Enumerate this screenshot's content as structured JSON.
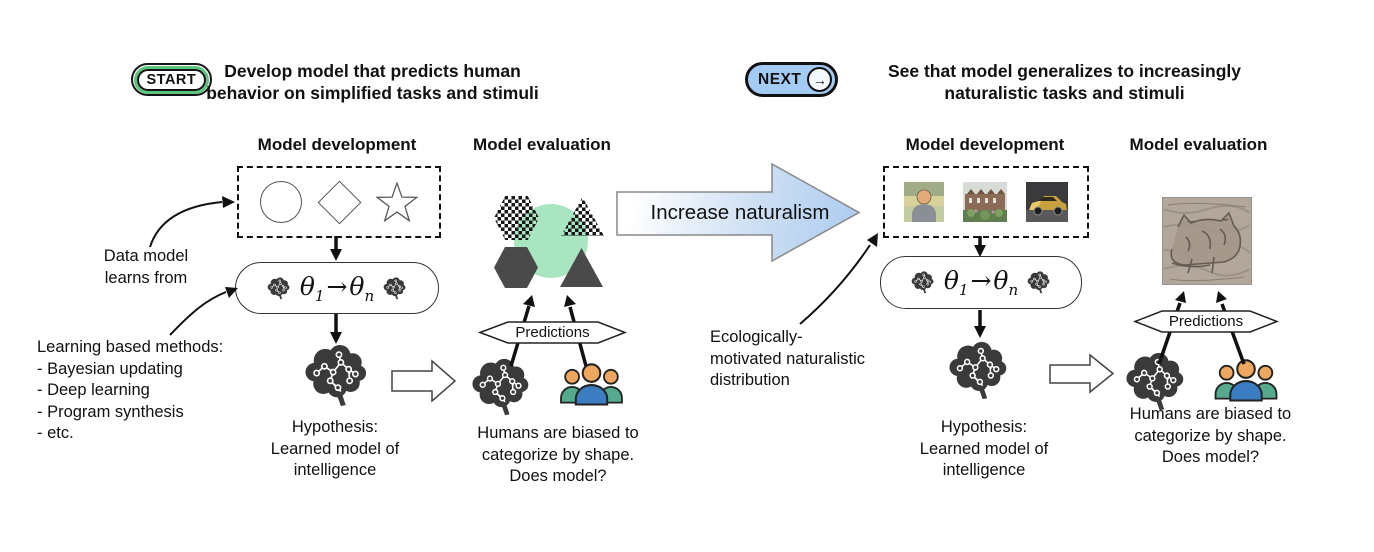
{
  "stage1": {
    "badge_label": "START",
    "heading": "Develop model that predicts human\nbehavior on simplified tasks and stimuli",
    "dev_title": "Model development",
    "eval_title": "Model evaluation",
    "annotations": {
      "data_model": "Data model\nlearns from",
      "methods": "Learning based methods:\n- Bayesian updating\n- Deep learning\n- Program synthesis\n- etc."
    },
    "hypothesis": "Hypothesis:\nLearned model of\nintelligence",
    "predictions_label": "Predictions",
    "eval_caption": "Humans are biased to\ncategorize by shape.\nDoes model?"
  },
  "transition": {
    "label": "Increase naturalism"
  },
  "stage2": {
    "badge_label": "NEXT",
    "badge_arrow_icon": "→",
    "heading": "See that model generalizes to increasingly\nnaturalistic tasks and stimuli",
    "dev_title": "Model development",
    "eval_title": "Model evaluation",
    "annotations": {
      "distribution": "Ecologically-\nmotivated naturalistic\ndistribution"
    },
    "hypothesis": "Hypothesis:\nLearned model of\nintelligence",
    "predictions_label": "Predictions",
    "eval_caption": "Humans are biased to\ncategorize by shape.\nDoes model?"
  },
  "theta": {
    "t1": "θ",
    "s1": "1",
    "arrow": "→",
    "t2": "θ",
    "s2": "n"
  },
  "colors": {
    "start_green": "#5DC47D",
    "next_blue": "#A4CBF4",
    "mint_green": "#A9E5C1",
    "dark_shape": "#4A4A4A",
    "arrow_blue": "#AECDF0",
    "head_orange": "#EDA75F",
    "shirt_blue": "#3C7DC2",
    "shirt_teal": "#55A98F"
  }
}
